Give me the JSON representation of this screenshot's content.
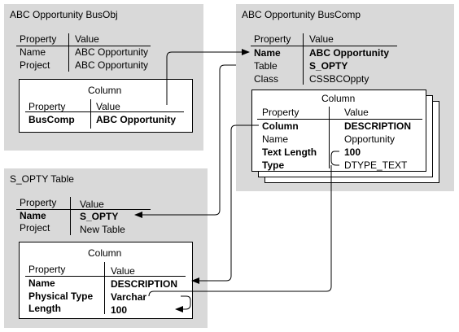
{
  "busobj": {
    "title": "ABC Opportunity BusObj",
    "header": {
      "property": "Property",
      "value": "Value"
    },
    "rows": [
      {
        "property": "Name",
        "value": "ABC Opportunity"
      },
      {
        "property": "Project",
        "value": "ABC Opportunity"
      }
    ],
    "column": {
      "title": "Column",
      "header": {
        "property": "Property",
        "value": "Value"
      },
      "rows": [
        {
          "property": "BusComp",
          "value": "ABC Opportunity"
        }
      ]
    }
  },
  "buscomp": {
    "title": "ABC Opportunity BusComp",
    "header": {
      "property": "Property",
      "value": "Value"
    },
    "rows": [
      {
        "property": "Name",
        "value": "ABC Opportunity"
      },
      {
        "property": "Table",
        "value": "S_OPTY"
      },
      {
        "property": "Class",
        "value": "CSSBCOppty"
      }
    ],
    "column": {
      "title": "Column",
      "header": {
        "property": "Property",
        "value": "Value"
      },
      "rows": [
        {
          "property": "Column",
          "value": "DESCRIPTION"
        },
        {
          "property": "Name",
          "value": "Opportunity"
        },
        {
          "property": "Text Length",
          "value": "100"
        },
        {
          "property": "Type",
          "value": "DTYPE_TEXT"
        }
      ]
    }
  },
  "table": {
    "title": "S_OPTY Table",
    "header": {
      "property": "Property",
      "value": "Value"
    },
    "rows": [
      {
        "property": "Name",
        "value": "S_OPTY"
      },
      {
        "property": "Project",
        "value": "New Table"
      }
    ],
    "column": {
      "title": "Column",
      "header": {
        "property": "Property",
        "value": "Value"
      },
      "rows": [
        {
          "property": "Name",
          "value": "DESCRIPTION"
        },
        {
          "property": "Physical Type",
          "value": "Varchar"
        },
        {
          "property": "Length",
          "value": "100"
        }
      ]
    }
  }
}
